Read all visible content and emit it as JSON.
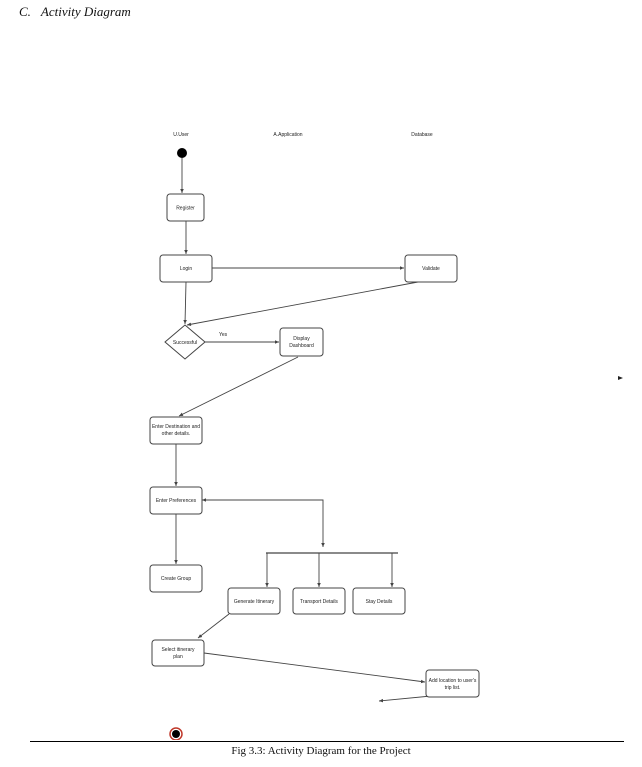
{
  "heading": {
    "section": "C.",
    "title": "Activity Diagram"
  },
  "swimlanes": [
    "U.User",
    "A.Application",
    "Database"
  ],
  "nodes": {
    "register": [
      "Register"
    ],
    "login": [
      "Login"
    ],
    "validate": [
      "Validate"
    ],
    "successful": [
      "Successful"
    ],
    "display_dashboard": [
      "Display",
      "Dashboard"
    ],
    "enter_destination": [
      "Enter Destination and",
      "other details."
    ],
    "enter_preferences": [
      "Enter Preferences"
    ],
    "create_group": [
      "Create Group"
    ],
    "generate_itinerary": [
      "Generate Itinerary"
    ],
    "transport_details": [
      "Transport Details"
    ],
    "stay_details": [
      "Stay Details"
    ],
    "select_itinerary_plan": [
      "Select itinerary",
      "plan"
    ],
    "add_location": [
      "Add location to user's",
      "trip list."
    ]
  },
  "edge_labels": {
    "yes": "Yes"
  },
  "caption": "Fig 3.3: Activity Diagram for the Project"
}
